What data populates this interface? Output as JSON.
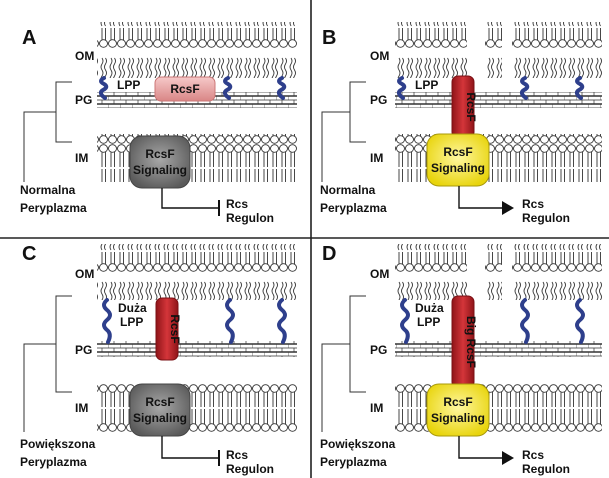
{
  "panels": [
    {
      "letter": "A",
      "om": "OM",
      "pg": "PG",
      "im": "IM",
      "lpp": [
        "LPP"
      ],
      "rcsf": "RcsF",
      "signaling": [
        "RcsF",
        "Signaling"
      ],
      "periplasm": [
        "Normalna",
        "Peryplazma"
      ],
      "regulon": [
        "Rcs",
        "Regulon"
      ],
      "colors": {
        "rcsf": "#e9a0a0",
        "signaling": "#7a7a7a",
        "signal_text": "#ffffff"
      }
    },
    {
      "letter": "B",
      "om": "OM",
      "pg": "PG",
      "im": "IM",
      "lpp": [
        "LPP"
      ],
      "rcsf": "RcsF",
      "signaling": [
        "RcsF",
        "Signaling"
      ],
      "periplasm": [
        "Normalna",
        "Peryplazma"
      ],
      "regulon": [
        "Rcs",
        "Regulon"
      ],
      "colors": {
        "rcsf": "#c0282c",
        "signaling": "#f4e62a",
        "signal_text": "#111111"
      }
    },
    {
      "letter": "C",
      "om": "OM",
      "pg": "PG",
      "im": "IM",
      "lpp": [
        "Duża",
        "LPP"
      ],
      "rcsf": "RcsF",
      "signaling": [
        "RcsF",
        "Signaling"
      ],
      "periplasm": [
        "Powiększona",
        "Peryplazma"
      ],
      "regulon": [
        "Rcs",
        "Regulon"
      ],
      "colors": {
        "rcsf": "#c0282c",
        "signaling": "#7a7a7a",
        "signal_text": "#ffffff"
      }
    },
    {
      "letter": "D",
      "om": "OM",
      "pg": "PG",
      "im": "IM",
      "lpp": [
        "Duża",
        "LPP"
      ],
      "rcsf": "Big RcsF",
      "signaling": [
        "RcsF",
        "Signaling"
      ],
      "periplasm": [
        "Powiększona",
        "Peryplazma"
      ],
      "regulon": [
        "Rcs",
        "Regulon"
      ],
      "colors": {
        "rcsf": "#c0282c",
        "signaling": "#f4e62a",
        "signal_text": "#111111"
      }
    }
  ],
  "colors": {
    "lpp": "#2e3f8c",
    "divider": "#222222",
    "lipid": "#333333"
  }
}
